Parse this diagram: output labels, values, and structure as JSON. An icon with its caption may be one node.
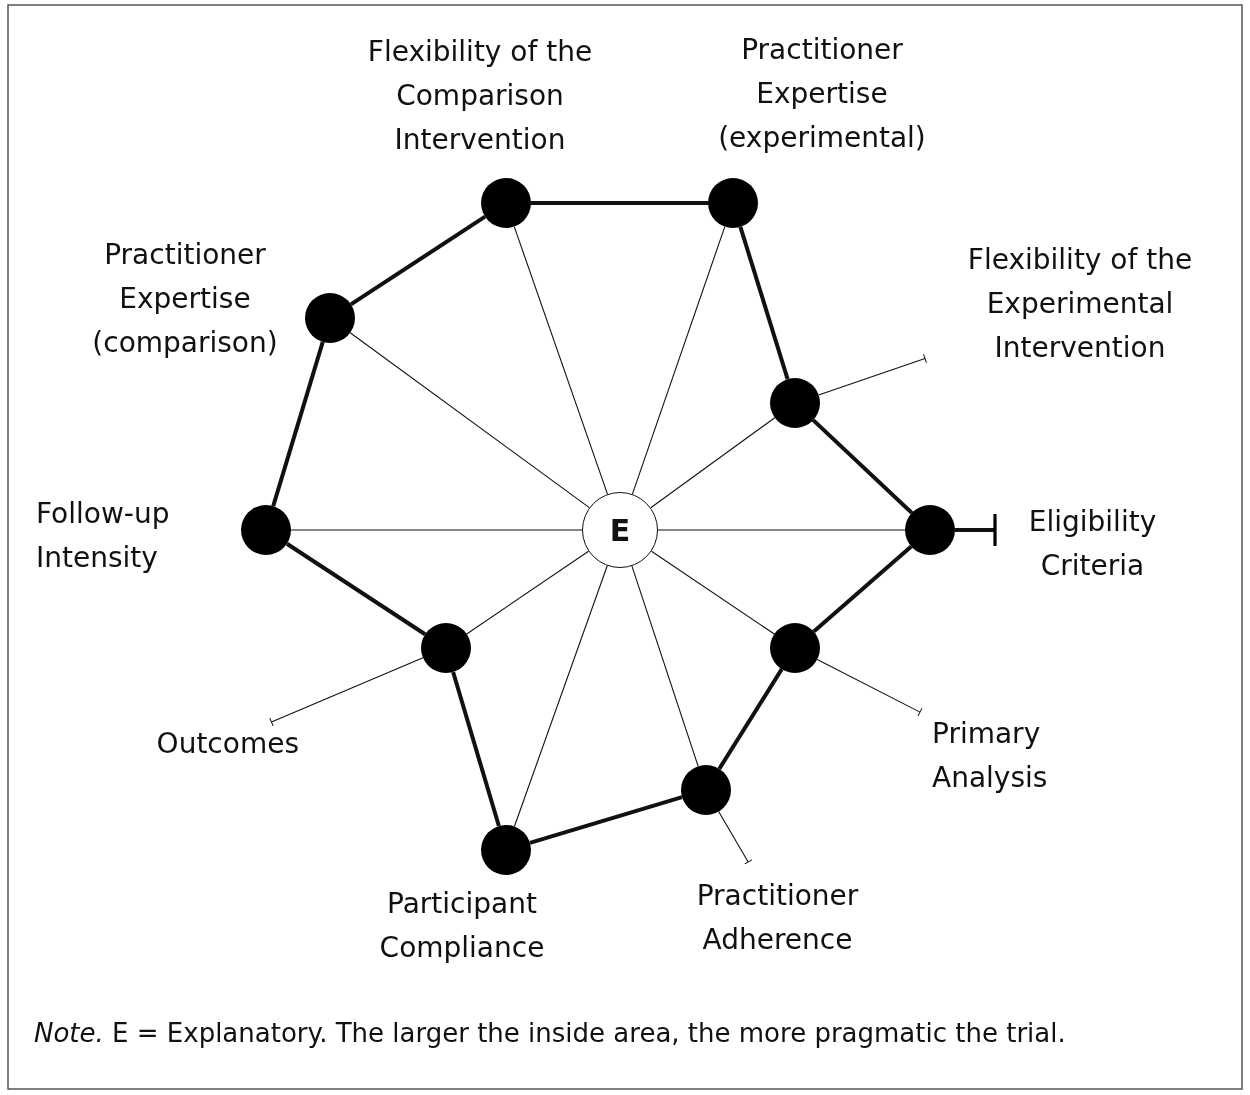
{
  "diagram": {
    "caption": "*Note.* E = Explanatory. The larger the inside area, the more pragmatic the trial.",
    "nodes": [
      {
        "text": [],
        "shape": "circle",
        "beside": [
          "Flexibility of the Comparison Intervention"
        ]
      },
      {
        "text": [],
        "shape": "circle",
        "beside": [
          "Practitioner Expertise (experimental)"
        ]
      },
      {
        "text": [],
        "shape": "circle",
        "beside": [
          "Practitioner Expertise (comparison)"
        ]
      },
      {
        "text": [],
        "shape": "circle"
      },
      {
        "text": [
          "Flexibility of the Experimental Intervention"
        ]
      },
      {
        "text": [
          "E"
        ]
      },
      {
        "text": [],
        "shape": "circle",
        "beside": [
          "Follow-up Intensity"
        ]
      },
      {
        "text": [],
        "shape": "circle"
      },
      {
        "text": [
          "Eligibility Criteria"
        ]
      },
      {
        "text": [],
        "shape": "circle"
      },
      {
        "text": [],
        "shape": "circle"
      },
      {
        "text": [
          "Primary Analysis"
        ]
      },
      {
        "text": [
          "Outcomes"
        ]
      },
      {
        "text": [],
        "shape": "circle"
      },
      {
        "text": [],
        "shape": "circle",
        "beside": [
          "Participant Compliance"
        ]
      },
      {
        "text": [
          "Practitioner Adherence"
        ]
      }
    ],
    "edges": [
      {
        "from": 5,
        "to": 0,
        "arrow": "none"
      },
      {
        "from": 5,
        "to": 1,
        "arrow": "none"
      },
      {
        "from": 5,
        "to": 3,
        "arrow": "none"
      },
      {
        "from": 5,
        "to": 7,
        "arrow": "none"
      },
      {
        "from": 5,
        "to": 10,
        "arrow": "none"
      },
      {
        "from": 5,
        "to": 13,
        "arrow": "none"
      },
      {
        "from": 5,
        "to": 14,
        "arrow": "none"
      },
      {
        "from": 5,
        "to": 9,
        "arrow": "none"
      },
      {
        "from": 5,
        "to": 6,
        "arrow": "none"
      },
      {
        "from": 5,
        "to": 2,
        "arrow": "none"
      },
      {
        "from": 0,
        "to": 1,
        "arrow": "none",
        "style": "thick"
      },
      {
        "from": 1,
        "to": 3,
        "arrow": "none",
        "style": "thick"
      },
      {
        "from": 3,
        "to": 7,
        "arrow": "none",
        "style": "thick"
      },
      {
        "from": 7,
        "to": 10,
        "arrow": "none",
        "style": "thick"
      },
      {
        "from": 10,
        "to": 13,
        "arrow": "none",
        "style": "thick"
      },
      {
        "from": 13,
        "to": 14,
        "arrow": "none",
        "style": "thick"
      },
      {
        "from": 14,
        "to": 9,
        "arrow": "none",
        "style": "thick"
      },
      {
        "from": 9,
        "to": 6,
        "arrow": "none",
        "style": "thick"
      },
      {
        "from": 6,
        "to": 2,
        "arrow": "none",
        "style": "thick"
      },
      {
        "from": 2,
        "to": 0,
        "arrow": "none",
        "style": "thick"
      },
      {
        "from": 4,
        "to": 3,
        "arrow": "other"
      },
      {
        "from": 8,
        "to": 7,
        "arrow": "other",
        "style": "thick"
      },
      {
        "from": 11,
        "to": 10,
        "arrow": "other"
      },
      {
        "from": 12,
        "to": 9,
        "arrow": "other"
      },
      {
        "from": 15,
        "to": 13,
        "arrow": "other"
      }
    ]
  }
}
